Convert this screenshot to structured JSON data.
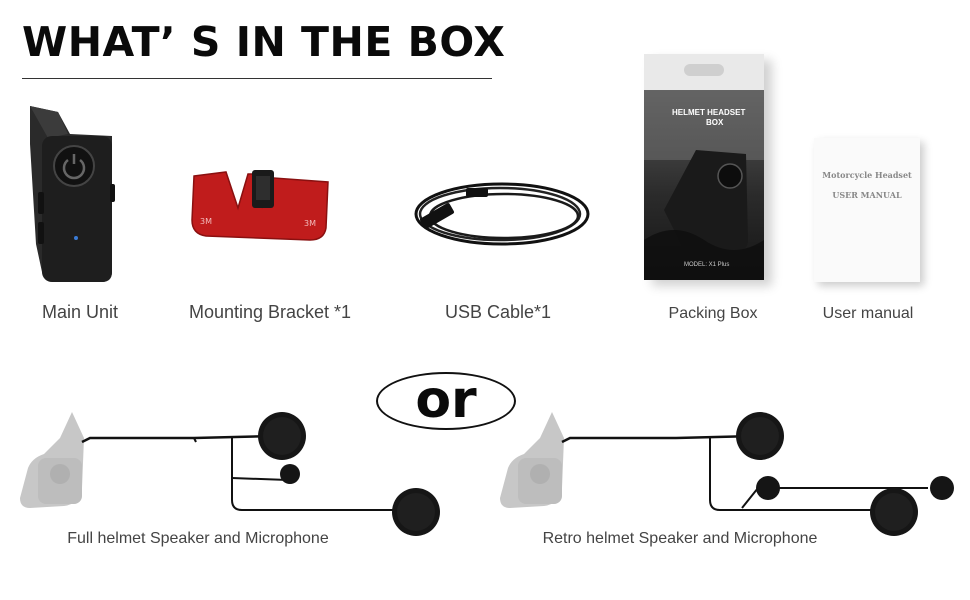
{
  "title": "WHAT’ S IN THE BOX",
  "items": {
    "main_unit": "Main Unit",
    "mounting_bracket": "Mounting Bracket *1",
    "usb_cable": "USB Cable*1",
    "packing_box": "Packing Box",
    "user_manual": "User manual"
  },
  "box_print": {
    "line1": "HELMET  HEADSET",
    "line2": "BOX",
    "model": "MODEL:  X1 Plus"
  },
  "manual_print": {
    "line1": "Motorcycle Headset",
    "line2": "USER MANUAL"
  },
  "divider_text": "or",
  "kits": {
    "full": "Full helmet Speaker and Microphone",
    "retro": "Retro helmet Speaker and Microphone"
  }
}
